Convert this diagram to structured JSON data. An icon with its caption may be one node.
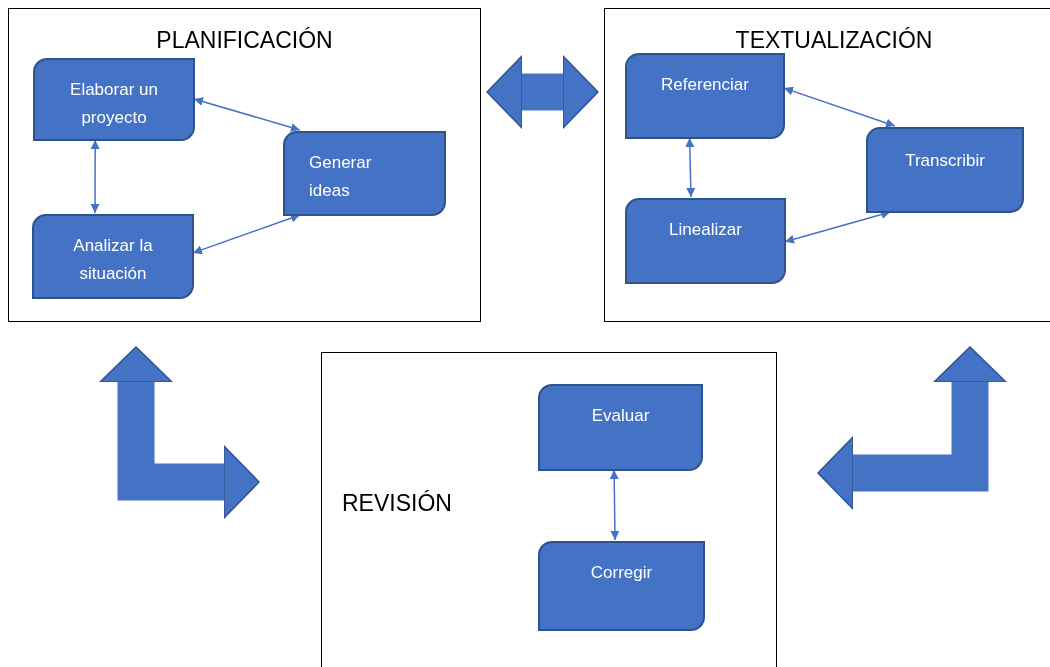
{
  "diagram": {
    "nodes": [
      {
        "text": [
          "PLANIFICACIÓN"
        ]
      },
      {
        "text": [
          "Elaborar un proyecto"
        ],
        "in": 0
      },
      {
        "text": [
          "Generar ideas"
        ],
        "in": 0
      },
      {
        "text": [
          "Analizar la situación"
        ],
        "in": 0
      },
      {
        "text": [
          "TEXTUALIZACIÓN"
        ]
      },
      {
        "text": [
          "Referenciar"
        ],
        "in": 4
      },
      {
        "text": [
          "Transcribir"
        ],
        "in": 4
      },
      {
        "text": [
          "Linealizar"
        ],
        "in": 4
      },
      {
        "text": [
          "REVISIÓN"
        ]
      },
      {
        "text": [
          "Evaluar"
        ],
        "in": 8
      },
      {
        "text": [
          "Corregir"
        ],
        "in": 8
      }
    ],
    "edges": [
      {
        "from": 1,
        "to": 2,
        "arrow": "both"
      },
      {
        "from": 1,
        "to": 3,
        "arrow": "both"
      },
      {
        "from": 3,
        "to": 2,
        "arrow": "both"
      },
      {
        "from": 5,
        "to": 6,
        "arrow": "both"
      },
      {
        "from": 5,
        "to": 7,
        "arrow": "both"
      },
      {
        "from": 7,
        "to": 6,
        "arrow": "both"
      },
      {
        "from": 9,
        "to": 10,
        "arrow": "both"
      },
      {
        "from": 0,
        "to": 4,
        "arrow": "both",
        "style": "thick"
      },
      {
        "from": 8,
        "to": 0,
        "arrow": "both",
        "style": "thick"
      },
      {
        "from": 8,
        "to": 4,
        "arrow": "both",
        "style": "thick"
      }
    ]
  }
}
